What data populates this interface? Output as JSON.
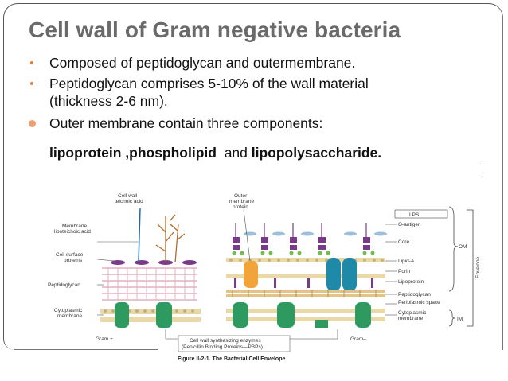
{
  "slide": {
    "title": "Cell wall of Gram negative bacteria",
    "bullets": [
      {
        "text": "Composed of peptidoglycan and outermembrane."
      },
      {
        "text": "Peptidoglycan comprises  5-10% of the wall material",
        "continuation": "(thickness 2-6 nm)."
      },
      {
        "text": "Outer membrane contain three components:"
      }
    ],
    "line2": {
      "part1": "lipoprotein ,phospholipid",
      "part2": "  and ",
      "part3": "lipopolysaccharide."
    }
  },
  "figure": {
    "labels_left": {
      "cell_wall_teichoic_acid_1": "Cell wall",
      "cell_wall_teichoic_acid_2": "teichoic acid",
      "membrane_lipoteichoic_1": "Membrane",
      "membrane_lipoteichoic_2": "lipoteichoic acid",
      "cell_surface_proteins_1": "Cell surface",
      "cell_surface_proteins_2": "proteins",
      "peptidoglycan": "Peptidoglycan",
      "cytoplasmic_membrane_1": "Cytoplasmic",
      "cytoplasmic_membrane_2": "membrane",
      "gram_plus": "Gram +"
    },
    "labels_mid": {
      "outer_membrane_protein_1": "Outer",
      "outer_membrane_protein_2": "membrane",
      "outer_membrane_protein_3": "protein",
      "synth_enzymes_1": "Cell wall synthesizing enzymes",
      "synth_enzymes_2": "(Penicillin Binding Proteins—PBPs)",
      "gram_minus": "Gram–"
    },
    "labels_right": {
      "lps": "LPS",
      "o_antigen": "O-antigen",
      "core": "Core",
      "lipid_a": "Lipid-A",
      "porin": "Porin",
      "lipoprotein": "Lipoprotein",
      "peptidoglycan": "Peptidoglycan",
      "periplasmic_space": "Periplasmic space",
      "cytoplasmic_membrane_1": "Cytoplasmic",
      "cytoplasmic_membrane_2": "membrane",
      "om": "OM",
      "im": "IM",
      "envelope": "Envelope"
    },
    "caption": "Figure II-2-1. The Bacterial Cell Envelope",
    "colors": {
      "membrane_green": "#2e9a60",
      "porin_blue": "#1e8aa8",
      "orange_protein": "#f0a43a",
      "lps_purple": "#7a3a8a",
      "peptidoglycan_pink": "#d98aa0",
      "teichoic_brown": "#b06a2a"
    }
  }
}
